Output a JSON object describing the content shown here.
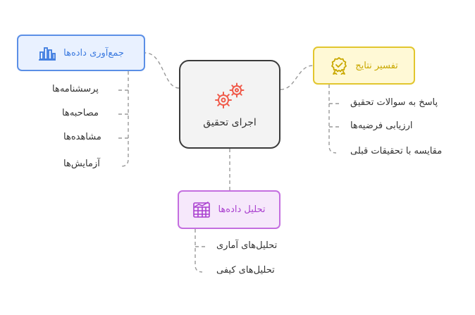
{
  "center": {
    "label": "اجرای تحقیق",
    "icon": "gears-icon"
  },
  "branches": {
    "collection": {
      "label": "جمع‌آوری داده‌ها",
      "icon": "bar-chart-icon",
      "color": "#3d7be0",
      "items": [
        "پرسشنامه‌ها",
        "مصاحبه‌ها",
        "مشاهده‌ها",
        "آزمایش‌ها"
      ]
    },
    "interpretation": {
      "label": "تفسیر نتایج",
      "icon": "award-badge-icon",
      "color": "#c9a800",
      "items": [
        "پاسخ به سوالات تحقیق",
        "ارزیابی فرضیه‌ها",
        "مقایسه با تحقیقات قبلی"
      ]
    },
    "analysis": {
      "label": "تحلیل داده‌ها",
      "icon": "spreadsheet-chart-icon",
      "color": "#a93fcf",
      "items": [
        "تحلیل‌های آماری",
        "تحلیل‌های کیفی"
      ]
    }
  }
}
